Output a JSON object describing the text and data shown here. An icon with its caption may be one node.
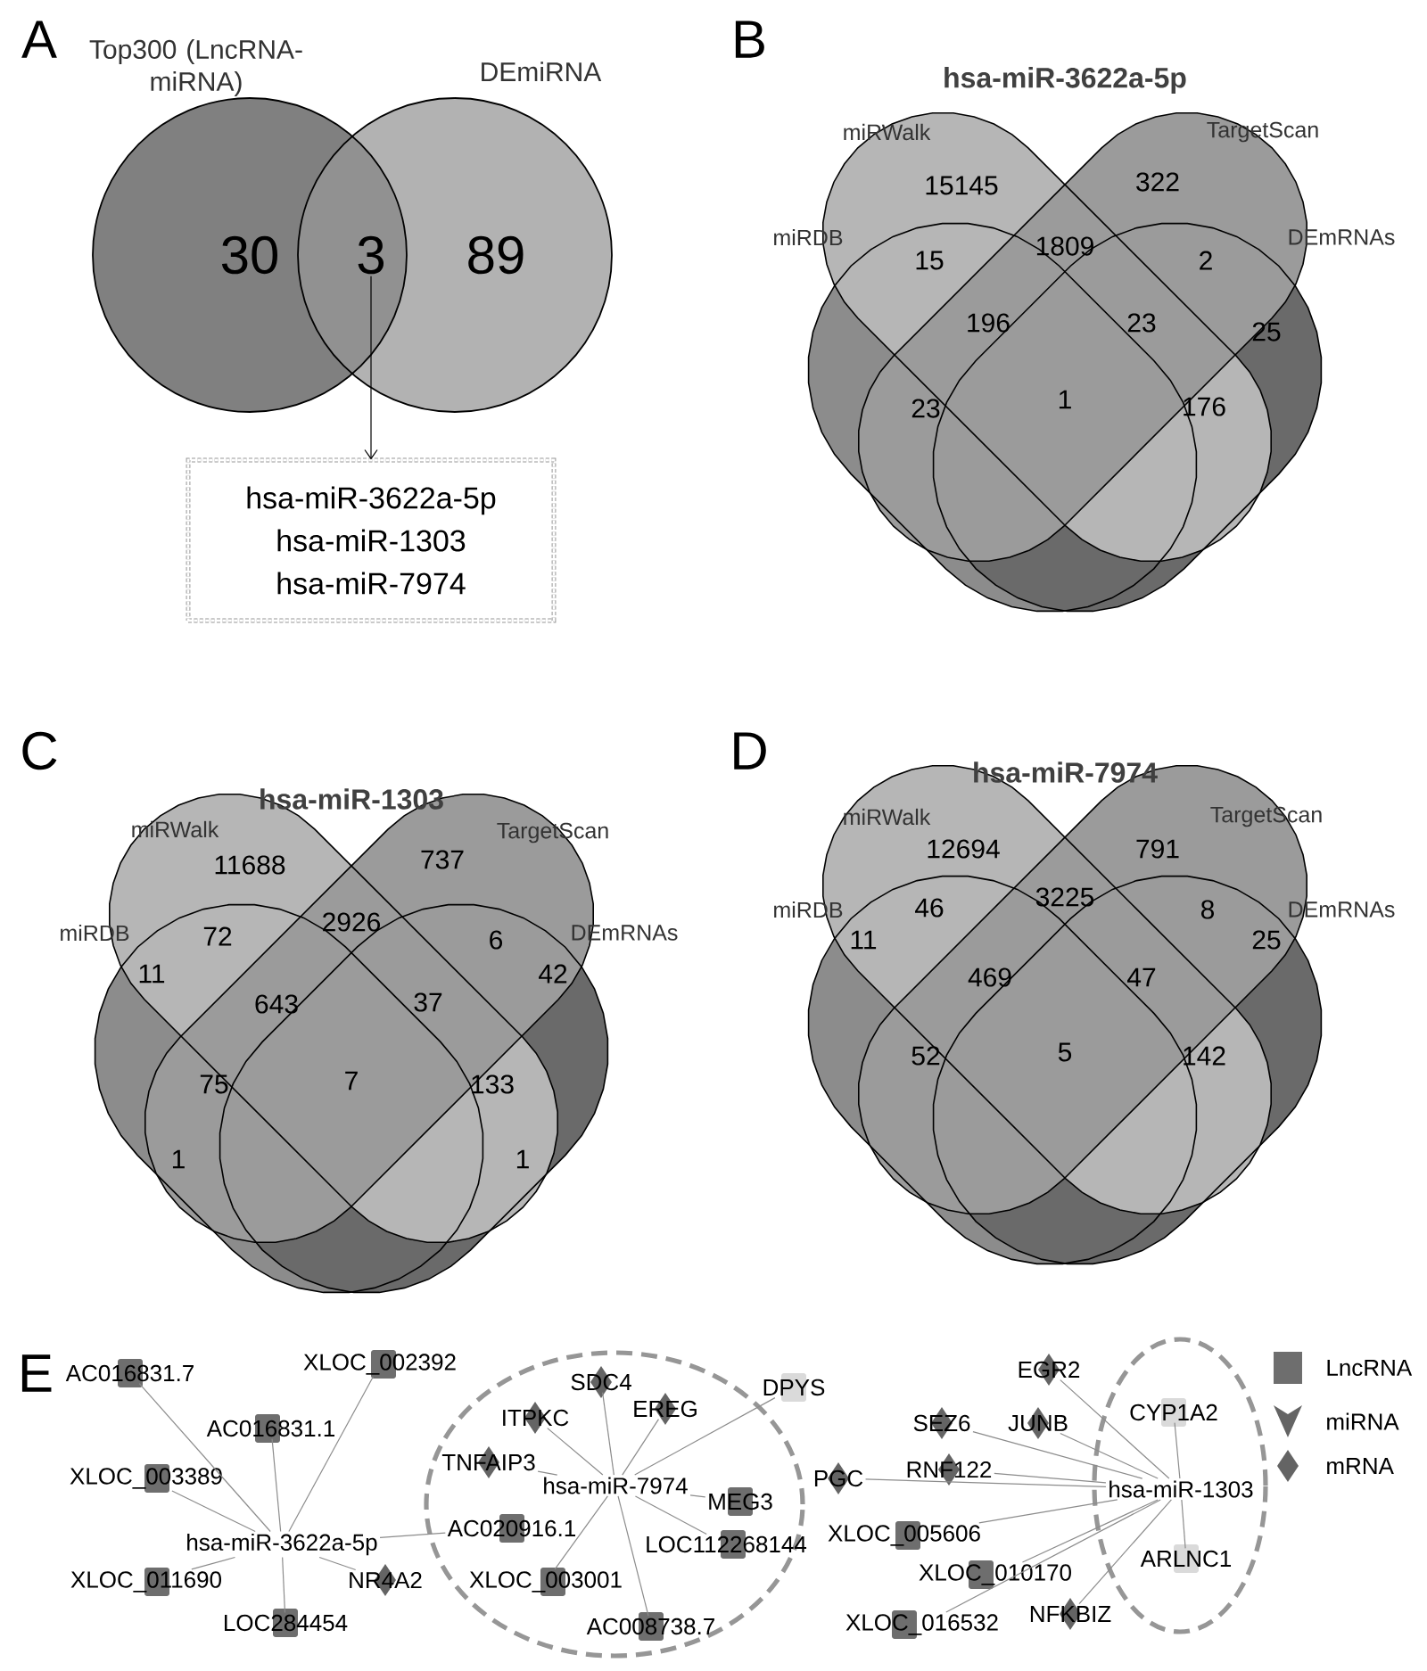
{
  "diagram": {
    "nodes": [
      {
        "text": [
          "3"
        ]
      },
      {
        "text": [
          "hsa-miR-3622a-5p",
          "hsa-miR-1303",
          "hsa-miR-7974"
        ]
      },
      {
        "text": [
          "AC016831.7"
        ]
      },
      {
        "text": [
          "XLOC_002392"
        ]
      },
      {
        "text": [
          "AC016831.1"
        ]
      },
      {
        "text": [
          "XLOC_003389"
        ]
      },
      {
        "text": [
          "hsa-miR-3622a-5p"
        ]
      },
      {
        "text": [
          "XLOC_011690"
        ]
      },
      {
        "text": [
          "LOC284454"
        ]
      },
      {
        "text": [
          "NR4A2"
        ]
      },
      {
        "text": [],
        "shape": "circle"
      },
      {
        "text": [
          "SDC4"
        ],
        "in": 10
      },
      {
        "text": [
          "ITPKC"
        ],
        "in": 10
      },
      {
        "text": [
          "EREG"
        ],
        "in": 10
      },
      {
        "text": [
          "TNFAIP3"
        ],
        "in": 10
      },
      {
        "text": [
          "hsa-miR-7974"
        ],
        "in": 10
      },
      {
        "text": [
          "MEG3"
        ],
        "in": 10
      },
      {
        "text": [
          "AC020916.1"
        ],
        "in": 10
      },
      {
        "text": [
          "LOC112268144"
        ],
        "in": 10
      },
      {
        "text": [
          "XLOC_003001"
        ],
        "in": 10
      },
      {
        "text": [
          "AC008738.7"
        ],
        "in": 10
      },
      {
        "text": [
          "DPYS"
        ]
      },
      {
        "text": [
          "EGR2"
        ]
      },
      {
        "text": [
          "SEZ6"
        ]
      },
      {
        "text": [
          "JUNB"
        ]
      },
      {
        "text": [
          "PGC"
        ]
      },
      {
        "text": [
          "RNF122"
        ]
      },
      {
        "text": [
          "XLOC_005606"
        ]
      },
      {
        "text": [
          "XLOC_010170"
        ]
      },
      {
        "text": [
          "XLOC_016532"
        ]
      },
      {
        "text": [
          "NFKBIZ"
        ]
      },
      {
        "text": [],
        "shape": "circle"
      },
      {
        "text": [
          "CYP1A2"
        ],
        "in": 31
      },
      {
        "text": [
          "hsa-miR-1303"
        ],
        "in": 31
      },
      {
        "text": [
          "ARLNC1"
        ],
        "in": 31
      }
    ],
    "edges": [
      {
        "from": 0,
        "to": 1,
        "arrow": "to",
        "color": "#000000"
      },
      {
        "from": 6,
        "to": 2,
        "arrow": "none"
      },
      {
        "from": 6,
        "to": 3,
        "arrow": "none"
      },
      {
        "from": 6,
        "to": 4,
        "arrow": "none"
      },
      {
        "from": 6,
        "to": 5,
        "arrow": "none"
      },
      {
        "from": 6,
        "to": 7,
        "arrow": "none"
      },
      {
        "from": 6,
        "to": 8,
        "arrow": "none"
      },
      {
        "from": 6,
        "to": 9,
        "arrow": "none"
      },
      {
        "from": 6,
        "to": 17,
        "arrow": "none"
      },
      {
        "from": 15,
        "to": 11,
        "arrow": "none"
      },
      {
        "from": 15,
        "to": 12,
        "arrow": "none"
      },
      {
        "from": 15,
        "to": 13,
        "arrow": "none"
      },
      {
        "from": 15,
        "to": 14,
        "arrow": "none"
      },
      {
        "from": 15,
        "to": 16,
        "arrow": "none"
      },
      {
        "from": 15,
        "to": 18,
        "arrow": "none"
      },
      {
        "from": 15,
        "to": 19,
        "arrow": "none"
      },
      {
        "from": 15,
        "to": 20,
        "arrow": "none"
      },
      {
        "from": 15,
        "to": 21,
        "arrow": "none"
      },
      {
        "from": 33,
        "to": 22,
        "arrow": "none"
      },
      {
        "from": 33,
        "to": 23,
        "arrow": "none"
      },
      {
        "from": 33,
        "to": 24,
        "arrow": "none"
      },
      {
        "from": 33,
        "to": 25,
        "arrow": "none"
      },
      {
        "from": 33,
        "to": 26,
        "arrow": "none"
      },
      {
        "from": 33,
        "to": 27,
        "arrow": "none"
      },
      {
        "from": 33,
        "to": 28,
        "arrow": "none"
      },
      {
        "from": 33,
        "to": 29,
        "arrow": "none"
      },
      {
        "from": 33,
        "to": 30,
        "arrow": "none"
      },
      {
        "from": 33,
        "to": 32,
        "arrow": "none"
      },
      {
        "from": 33,
        "to": 34,
        "arrow": "none"
      }
    ],
    "labels": [
      "A",
      "Top300 (LncRNA-miRNA)",
      "DEmiRNA",
      "30",
      "89",
      "B",
      "hsa-miR-3622a-5p",
      "miRWalk",
      "TargetScan",
      "miRDB",
      "DEmRNAs",
      "15145",
      "322",
      "15",
      "1809",
      "2",
      "196",
      "23",
      "25",
      "23",
      "1",
      "176",
      "C",
      "hsa-miR-1303",
      "miRWalk",
      "TargetScan",
      "miRDB",
      "DEmRNAs",
      "11688",
      "737",
      "72",
      "2926",
      "6",
      "11",
      "643",
      "37",
      "42",
      "75",
      "7",
      "133",
      "1",
      "1",
      "D",
      "hsa-miR-7974",
      "miRWalk",
      "TargetScan",
      "miRDB",
      "DEmRNAs",
      "12694",
      "791",
      "46",
      "3225",
      "8",
      "11",
      "469",
      "47",
      "25",
      "52",
      "5",
      "142",
      "E"
    ],
    "legend": [
      {
        "text": "LncRNA"
      },
      {
        "text": "miRNA"
      },
      {
        "text": "mRNA"
      }
    ]
  }
}
